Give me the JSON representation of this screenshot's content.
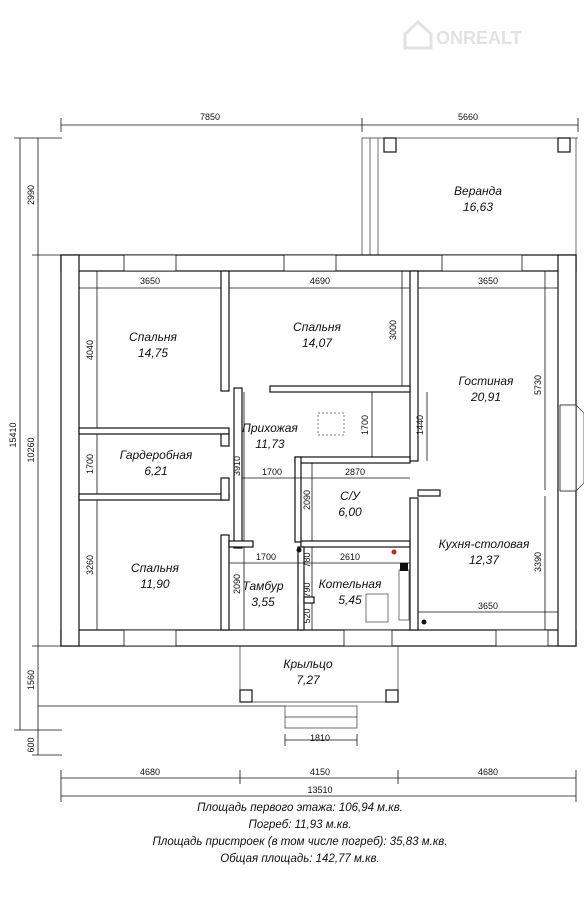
{
  "watermark": {
    "text": "ONREALT",
    "icon": "house-icon"
  },
  "rooms": [
    {
      "id": "veranda",
      "name": "Веранда",
      "area": "16,63"
    },
    {
      "id": "bedroom1",
      "name": "Спальня",
      "area": "14,75"
    },
    {
      "id": "bedroom2",
      "name": "Спальня",
      "area": "14,07"
    },
    {
      "id": "living",
      "name": "Гостиная",
      "area": "20,91"
    },
    {
      "id": "hall",
      "name": "Прихожая",
      "area": "11,73"
    },
    {
      "id": "wardrobe",
      "name": "Гардеробная",
      "area": "6,21"
    },
    {
      "id": "bathroom",
      "name": "С/У",
      "area": "6,00"
    },
    {
      "id": "kitchen",
      "name": "Кухня-столовая",
      "area": "12,37"
    },
    {
      "id": "bedroom3",
      "name": "Спальня",
      "area": "11,90"
    },
    {
      "id": "tambour",
      "name": "Тамбур",
      "area": "3,55"
    },
    {
      "id": "boiler",
      "name": "Котельная",
      "area": "5,45"
    },
    {
      "id": "porch",
      "name": "Крыльцо",
      "area": "7,27"
    }
  ],
  "dimensions": {
    "top_left": "7850",
    "top_right": "5660",
    "b1_width": "3650",
    "b2_width": "4690",
    "living_width": "3650",
    "b2_depth": "3000",
    "b1_depth": "4040",
    "living_depth": "5730",
    "hall_1700": "1700",
    "hall_1440": "1440",
    "wardrobe_h": "1700",
    "hall_3910": "3910",
    "hall_w_1700": "1700",
    "bath_w": "2870",
    "bath_h": "2090",
    "tamb_w_1700": "1700",
    "boiler_w": "2610",
    "boiler_780": "780",
    "boiler_790": "790",
    "boiler_520": "520",
    "tamb_h": "2090",
    "b3_depth": "3260",
    "kitchen_depth": "3390",
    "kitchen_w": "3650",
    "left_2990": "2990",
    "left_15410": "15410",
    "left_10260": "10260",
    "left_1560": "1560",
    "left_600": "600",
    "porch_step": "1810",
    "bottom_left": "4680",
    "bottom_mid": "4150",
    "bottom_right": "4680",
    "total_width": "13510"
  },
  "summary": [
    "Площадь первого этажа: 106,94 м.кв.",
    "Погреб: 11,93 м.кв.",
    "Площадь пристроек (в том числе погреб): 35,83 м.кв.",
    "Общая площадь: 142,77 м.кв."
  ]
}
